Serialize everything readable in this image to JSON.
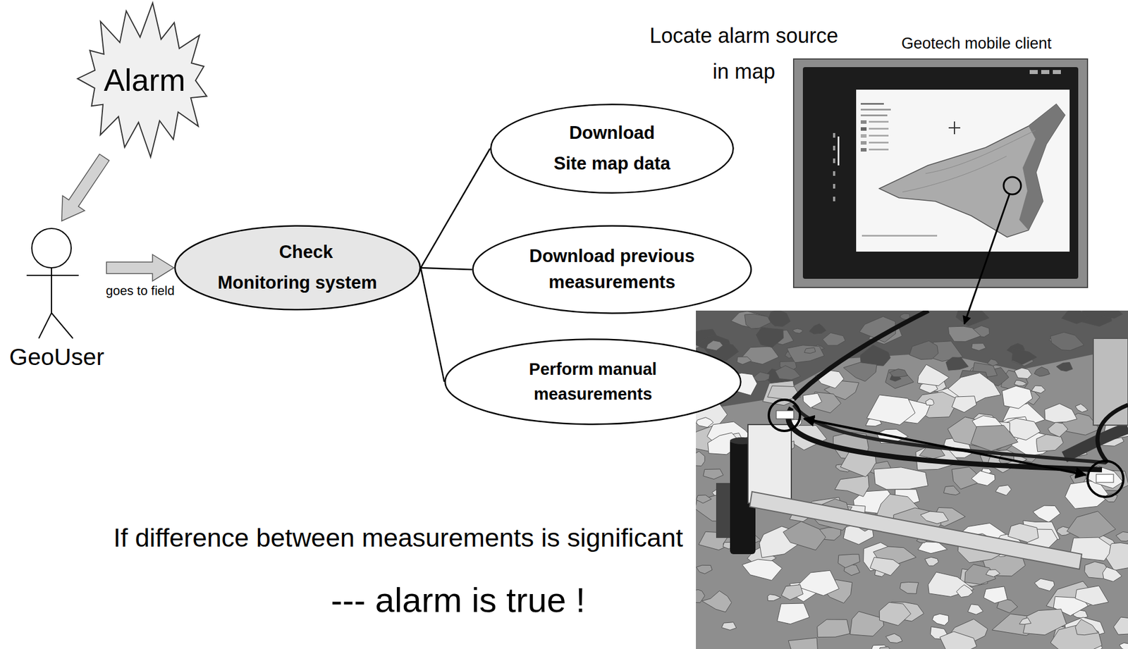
{
  "diagram": {
    "nodes": [
      {
        "text": [
          "Alarm"
        ]
      },
      {
        "text": [
          "GeoUser"
        ]
      },
      {
        "text": [
          "Check Monitoring system"
        ]
      },
      {
        "text": [
          "Download Site map data"
        ]
      },
      {
        "text": [
          "Download previous measurements"
        ]
      },
      {
        "text": [
          "Perform manual measurements"
        ]
      }
    ],
    "edges": [
      {
        "from": 0,
        "to": 1,
        "arrow": "to"
      },
      {
        "from": 1,
        "to": 2,
        "label": "goes to field",
        "arrow": "to"
      },
      {
        "from": 2,
        "to": 3,
        "arrow": "none"
      },
      {
        "from": 2,
        "to": 4,
        "arrow": "none"
      },
      {
        "from": 2,
        "to": 5,
        "arrow": "none"
      }
    ],
    "labels": [
      "Locate alarm source in map",
      "Geotech mobile client",
      "If difference between measurements is significant",
      "--- alarm is true !"
    ]
  }
}
